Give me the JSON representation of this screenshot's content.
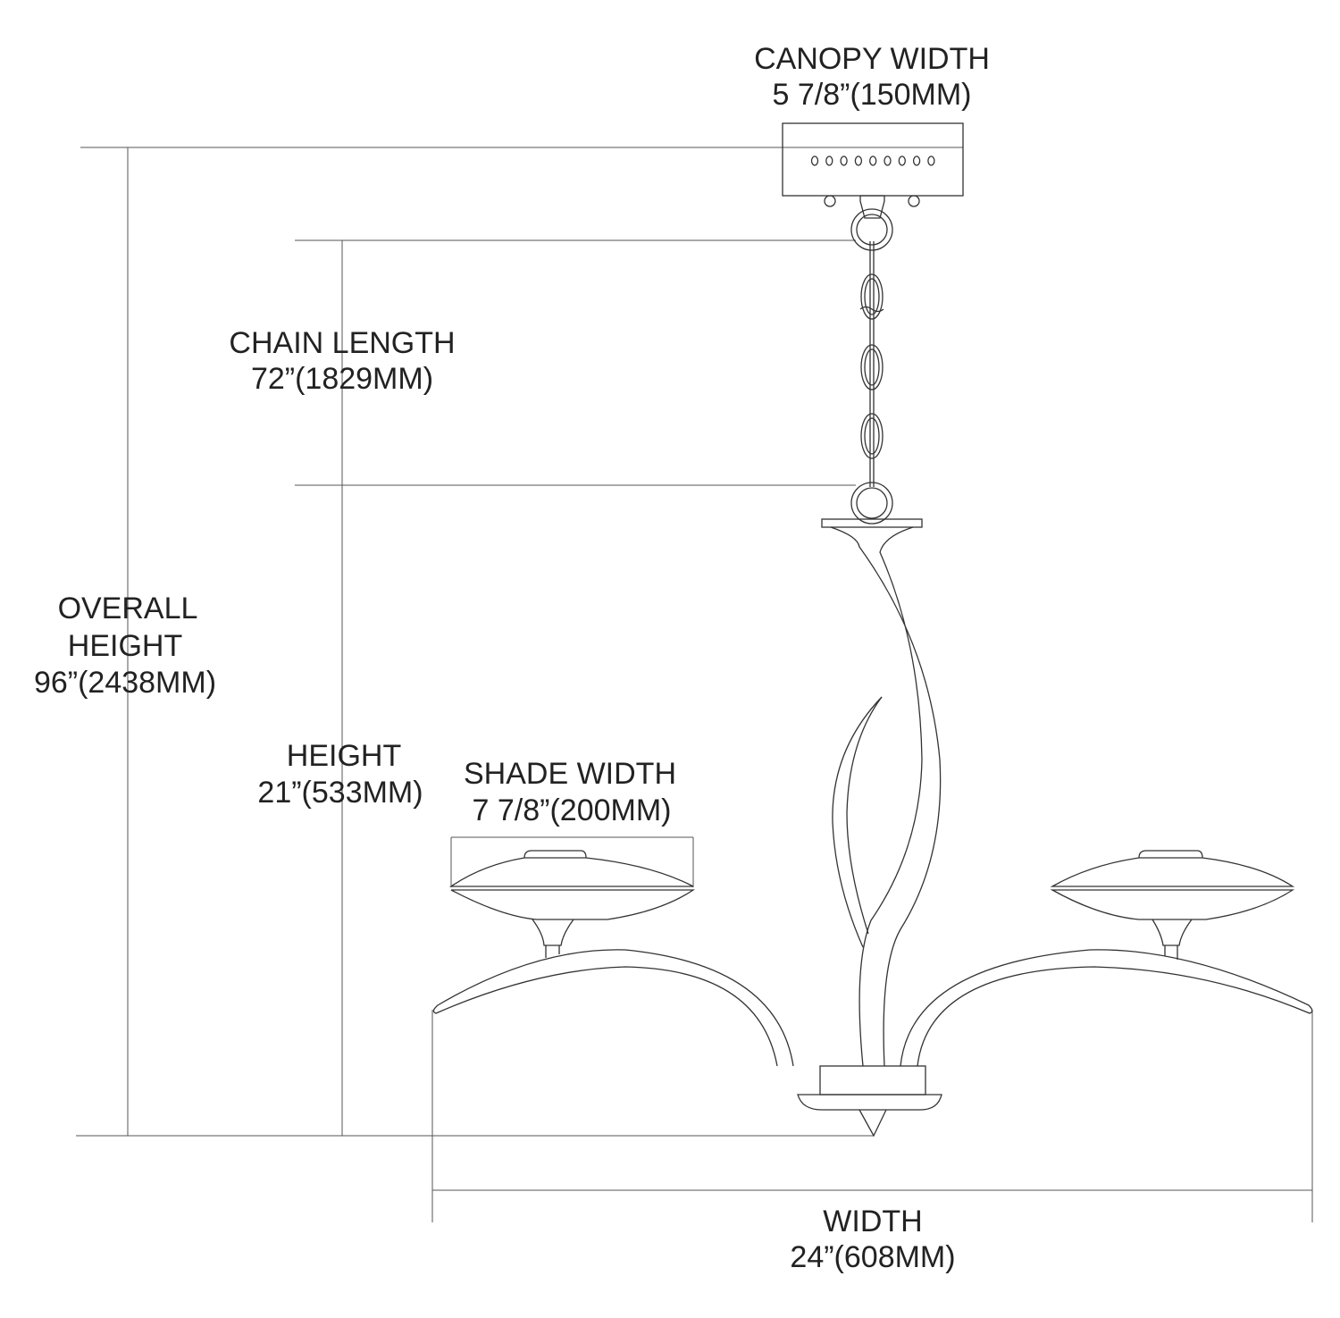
{
  "labels": {
    "canopy_width": {
      "title": "CANOPY WIDTH",
      "value": "5 7/8”(150MM)"
    },
    "chain_length": {
      "title": "CHAIN LENGTH",
      "value": "72”(1829MM)"
    },
    "overall_height": {
      "title_line1": "OVERALL",
      "title_line2": "HEIGHT",
      "value": "96”(2438MM)"
    },
    "height": {
      "title": "HEIGHT",
      "value": "21”(533MM)"
    },
    "shade_width": {
      "title": "SHADE WIDTH",
      "value": "7 7/8”(200MM)"
    },
    "width": {
      "title": "WIDTH",
      "value": "24”(608MM)"
    }
  }
}
